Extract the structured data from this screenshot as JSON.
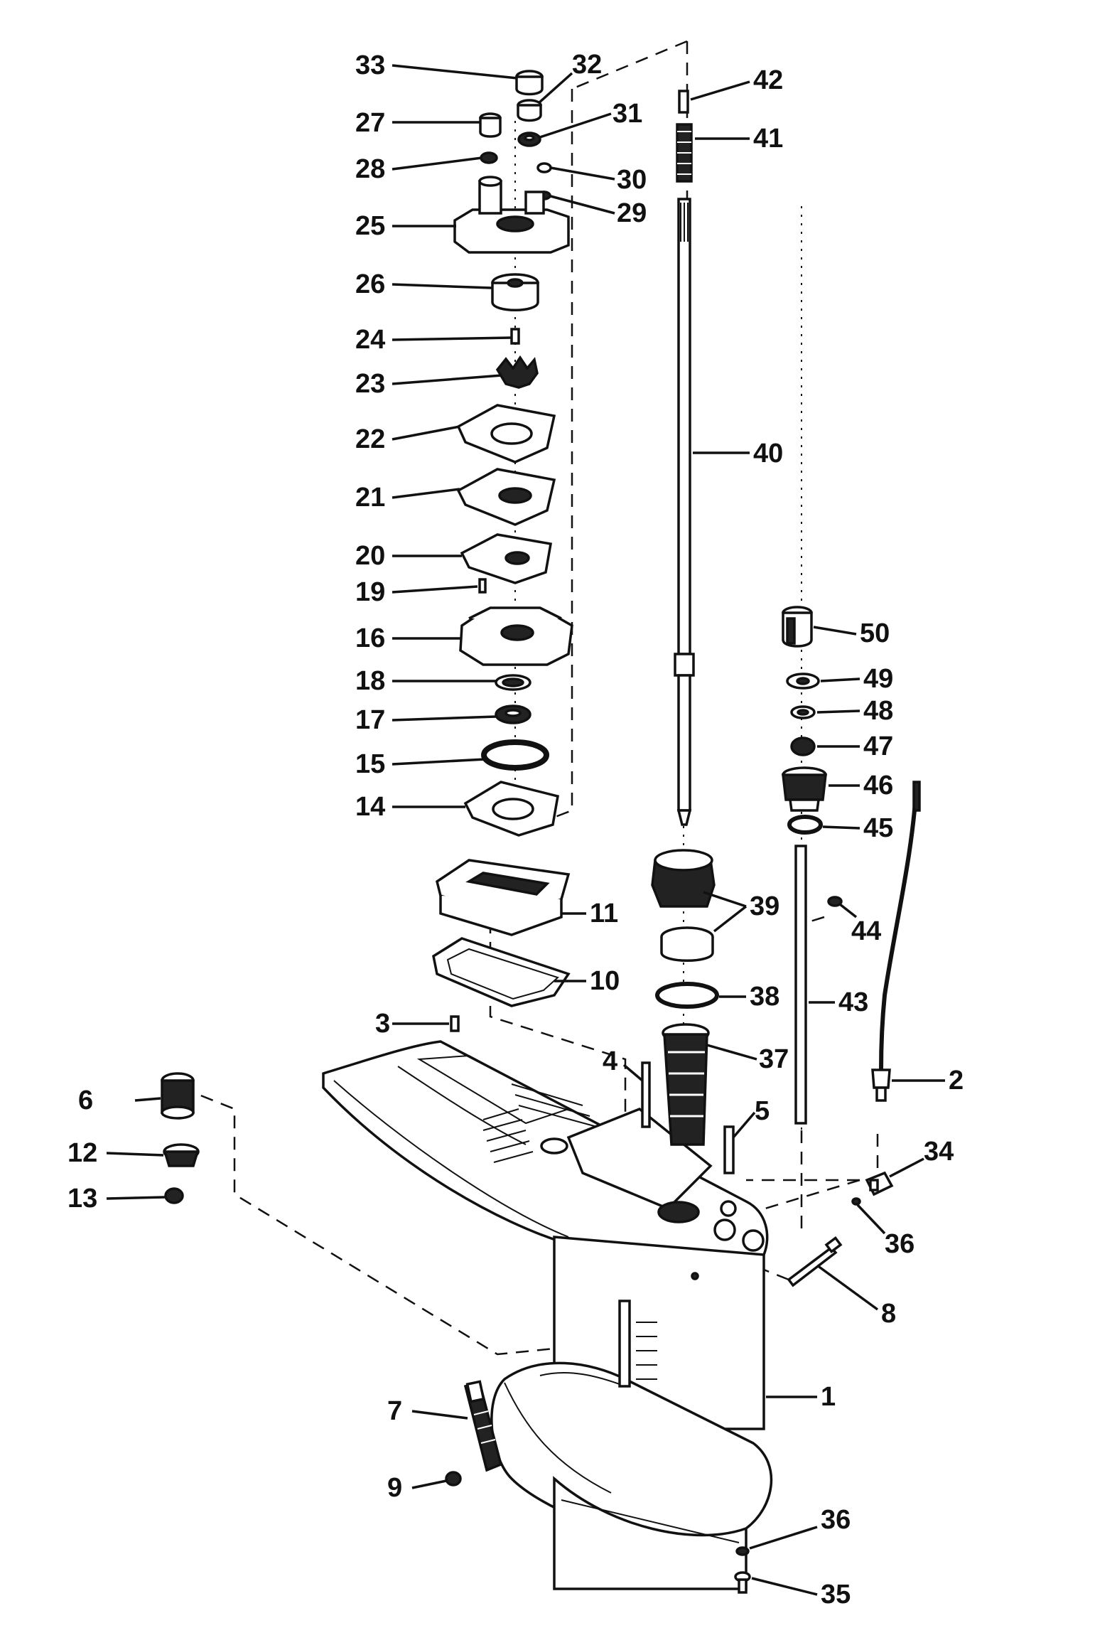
{
  "diagram": {
    "callouts": [
      {
        "id": "1",
        "label": "1"
      },
      {
        "id": "2",
        "label": "2"
      },
      {
        "id": "3",
        "label": "3"
      },
      {
        "id": "4",
        "label": "4"
      },
      {
        "id": "5",
        "label": "5"
      },
      {
        "id": "6",
        "label": "6"
      },
      {
        "id": "7",
        "label": "7"
      },
      {
        "id": "8",
        "label": "8"
      },
      {
        "id": "9",
        "label": "9"
      },
      {
        "id": "10",
        "label": "10"
      },
      {
        "id": "11",
        "label": "11"
      },
      {
        "id": "12",
        "label": "12"
      },
      {
        "id": "13",
        "label": "13"
      },
      {
        "id": "14",
        "label": "14"
      },
      {
        "id": "15",
        "label": "15"
      },
      {
        "id": "16",
        "label": "16"
      },
      {
        "id": "17",
        "label": "17"
      },
      {
        "id": "18",
        "label": "18"
      },
      {
        "id": "19",
        "label": "19"
      },
      {
        "id": "20",
        "label": "20"
      },
      {
        "id": "21",
        "label": "21"
      },
      {
        "id": "22",
        "label": "22"
      },
      {
        "id": "23",
        "label": "23"
      },
      {
        "id": "24",
        "label": "24"
      },
      {
        "id": "25",
        "label": "25"
      },
      {
        "id": "26",
        "label": "26"
      },
      {
        "id": "27",
        "label": "27"
      },
      {
        "id": "28",
        "label": "28"
      },
      {
        "id": "29",
        "label": "29"
      },
      {
        "id": "30",
        "label": "30"
      },
      {
        "id": "31",
        "label": "31"
      },
      {
        "id": "32",
        "label": "32"
      },
      {
        "id": "33",
        "label": "33"
      },
      {
        "id": "34",
        "label": "34"
      },
      {
        "id": "35",
        "label": "35"
      },
      {
        "id": "36a",
        "label": "36"
      },
      {
        "id": "36b",
        "label": "36"
      },
      {
        "id": "37",
        "label": "37"
      },
      {
        "id": "38",
        "label": "38"
      },
      {
        "id": "39",
        "label": "39"
      },
      {
        "id": "40",
        "label": "40"
      },
      {
        "id": "41",
        "label": "41"
      },
      {
        "id": "42",
        "label": "42"
      },
      {
        "id": "43",
        "label": "43"
      },
      {
        "id": "44",
        "label": "44"
      },
      {
        "id": "45",
        "label": "45"
      },
      {
        "id": "46",
        "label": "46"
      },
      {
        "id": "47",
        "label": "47"
      },
      {
        "id": "48",
        "label": "48"
      },
      {
        "id": "49",
        "label": "49"
      },
      {
        "id": "50",
        "label": "50"
      }
    ]
  }
}
